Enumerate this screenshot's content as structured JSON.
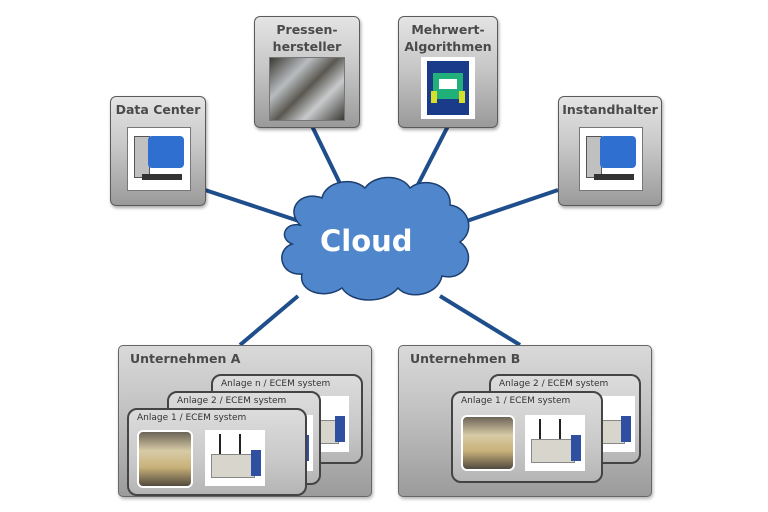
{
  "cloud": {
    "label": "Cloud",
    "color": "#4f86cc"
  },
  "link_color": "#1f4e8c",
  "nodes": {
    "data_center": {
      "title": "Data Center",
      "icon": "computer-icon"
    },
    "pressenhersteller": {
      "title_line1": "Pressen-",
      "title_line2": "hersteller",
      "icon": "factory-aerial-photo"
    },
    "mehrwert": {
      "title_line1": "Mehrwert-",
      "title_line2": "Algorithmen",
      "icon": "fea-simulation-image"
    },
    "instandhalter": {
      "title": "Instandhalter",
      "icon": "computer-icon"
    }
  },
  "companies": [
    {
      "title": "Unternehmen A",
      "anlagen": [
        "Anlage 1 / ECEM system",
        "Anlage 2 / ECEM system",
        "Anlage n / ECEM system"
      ]
    },
    {
      "title": "Unternehmen B",
      "anlagen": [
        "Anlage 1 / ECEM system",
        "Anlage 2 / ECEM system"
      ]
    }
  ]
}
